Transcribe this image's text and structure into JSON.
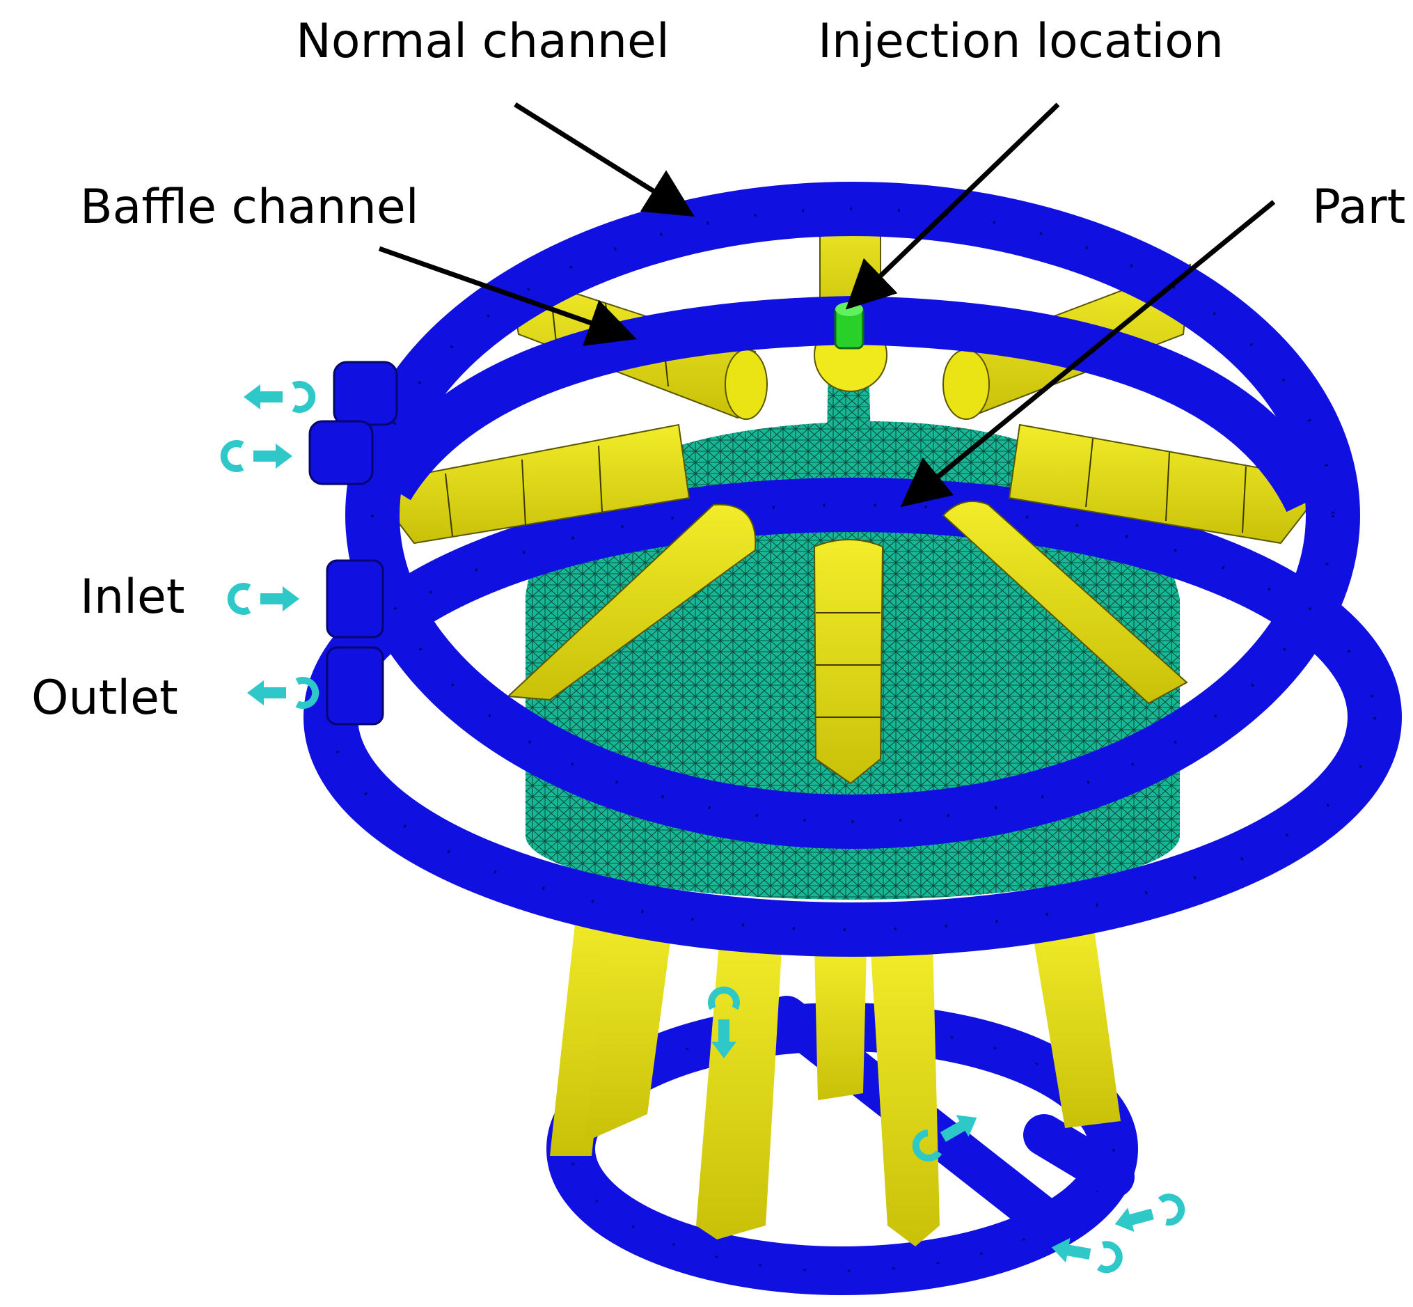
{
  "labels": {
    "normal_channel": "Normal channel",
    "injection_location": "Injection location",
    "baffle_channel": "Baffle channel",
    "part": "Part",
    "inlet": "Inlet",
    "outlet": "Outlet"
  },
  "colors": {
    "normal_channel": "#1010e0",
    "baffle_channel": "#e2dc0c",
    "part_mesh": "#16b592",
    "injection_gate": "#2ad02a",
    "boundary_marker": "#2fc8c8",
    "text": "#000000",
    "background": "#ffffff"
  },
  "icons": {
    "boundary_condition": "cyan-arrow-cup-icon"
  }
}
